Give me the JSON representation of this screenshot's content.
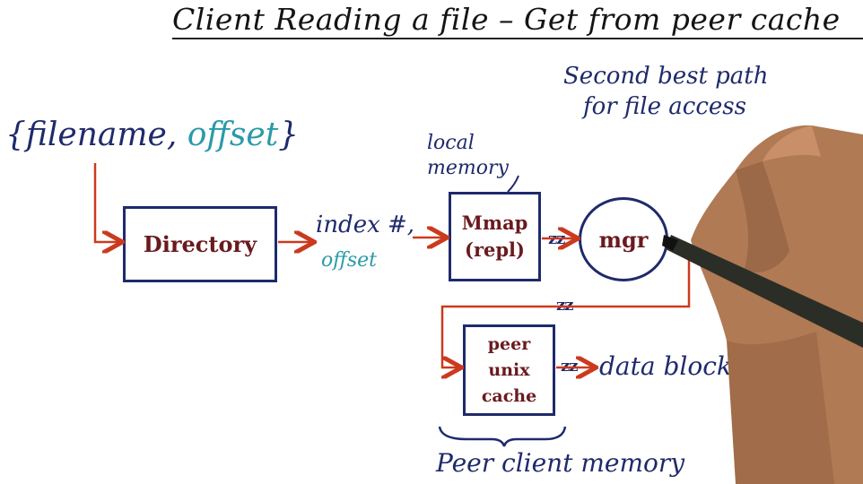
{
  "title": "Client Reading a file – Get from peer cache",
  "request": {
    "open_brace": "{",
    "filename": "filename,",
    "offset": "offset",
    "close_brace": "}"
  },
  "annotations": {
    "second_best_line1": "Second best path",
    "second_best_line2": "for file access",
    "local_memory_line1": "local",
    "local_memory_line2": "memory",
    "index_label": "index #,",
    "offset_label": "offset",
    "data_block": "data block",
    "peer_client_memory": "Peer client memory",
    "zz_mark": "zz"
  },
  "nodes": {
    "directory": "Directory",
    "mmap_line1": "Mmap",
    "mmap_line2": "(repl)",
    "mgr": "mgr",
    "peer_line1": "peer",
    "peer_line2": "unix",
    "peer_line3": "cache"
  },
  "colors": {
    "ink_navy": "#1f2a6b",
    "ink_teal": "#2a9aa9",
    "ink_maroon": "#6a1a1f",
    "arrow_red": "#cc3a1e"
  }
}
